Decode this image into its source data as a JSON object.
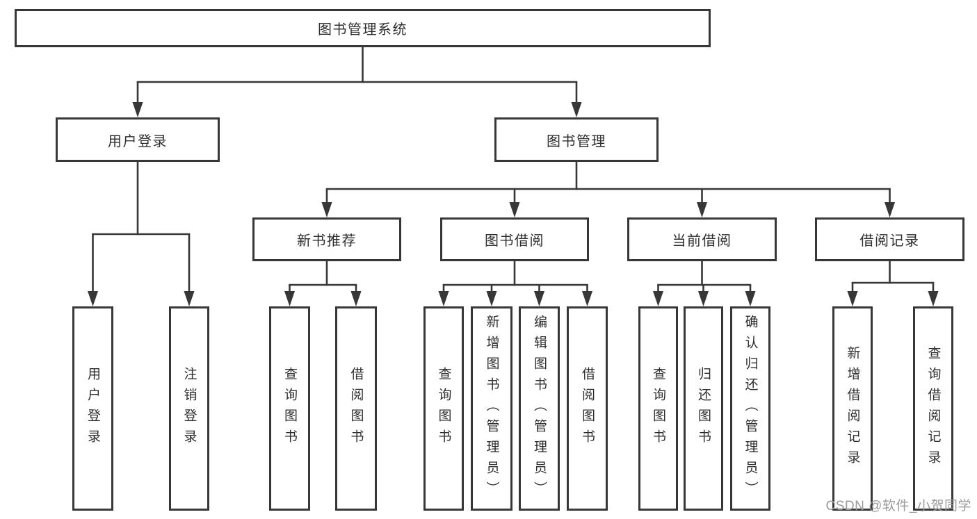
{
  "tree": {
    "root": {
      "label": "图书管理系统"
    },
    "children": [
      {
        "label": "用户登录",
        "children": [
          {
            "label": "用户登录"
          },
          {
            "label": "注销登录"
          }
        ]
      },
      {
        "label": "图书管理",
        "children": [
          {
            "label": "新书推荐",
            "children": [
              {
                "label": "查询图书"
              },
              {
                "label": "借阅图书"
              }
            ]
          },
          {
            "label": "图书借阅",
            "children": [
              {
                "label": "查询图书"
              },
              {
                "label": "新增图书（管理员）"
              },
              {
                "label": "编辑图书（管理员）"
              },
              {
                "label": "借阅图书"
              }
            ]
          },
          {
            "label": "当前借阅",
            "children": [
              {
                "label": "查询图书"
              },
              {
                "label": "归还图书"
              },
              {
                "label": "确认归还（管理员）"
              }
            ]
          },
          {
            "label": "借阅记录",
            "children": [
              {
                "label": "新增借阅记录"
              },
              {
                "label": "查询借阅记录"
              }
            ]
          }
        ]
      }
    ]
  },
  "watermark": {
    "text": "CSDN @软件_小贺同学"
  },
  "colors": {
    "line": "#373737",
    "box_border": "#373737",
    "text": "#2e2e2e",
    "watermark": "#9b9b9b",
    "background": "#ffffff"
  }
}
